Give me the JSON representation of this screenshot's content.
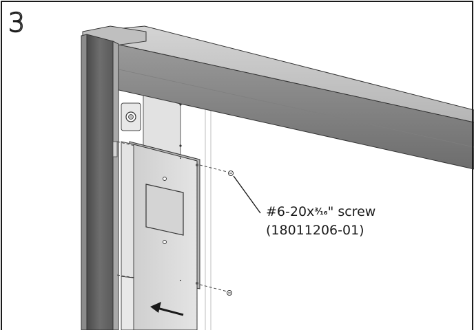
{
  "step": {
    "number": "3"
  },
  "callout": {
    "screw_prefix": "#6-20x",
    "screw_fraction": "³⁄₁₆",
    "screw_suffix": "\" screw",
    "part_number": "(18011206-01)"
  },
  "colors": {
    "frame_dark": "#5b5b5b",
    "frame_mid": "#8c8c8c",
    "frame_light": "#c6c6c6",
    "panel": "#d9d9d9",
    "outline": "#1a1a1a"
  },
  "icons": {
    "arrow": "slide-left-arrow-icon",
    "screw": "screw-icon"
  }
}
